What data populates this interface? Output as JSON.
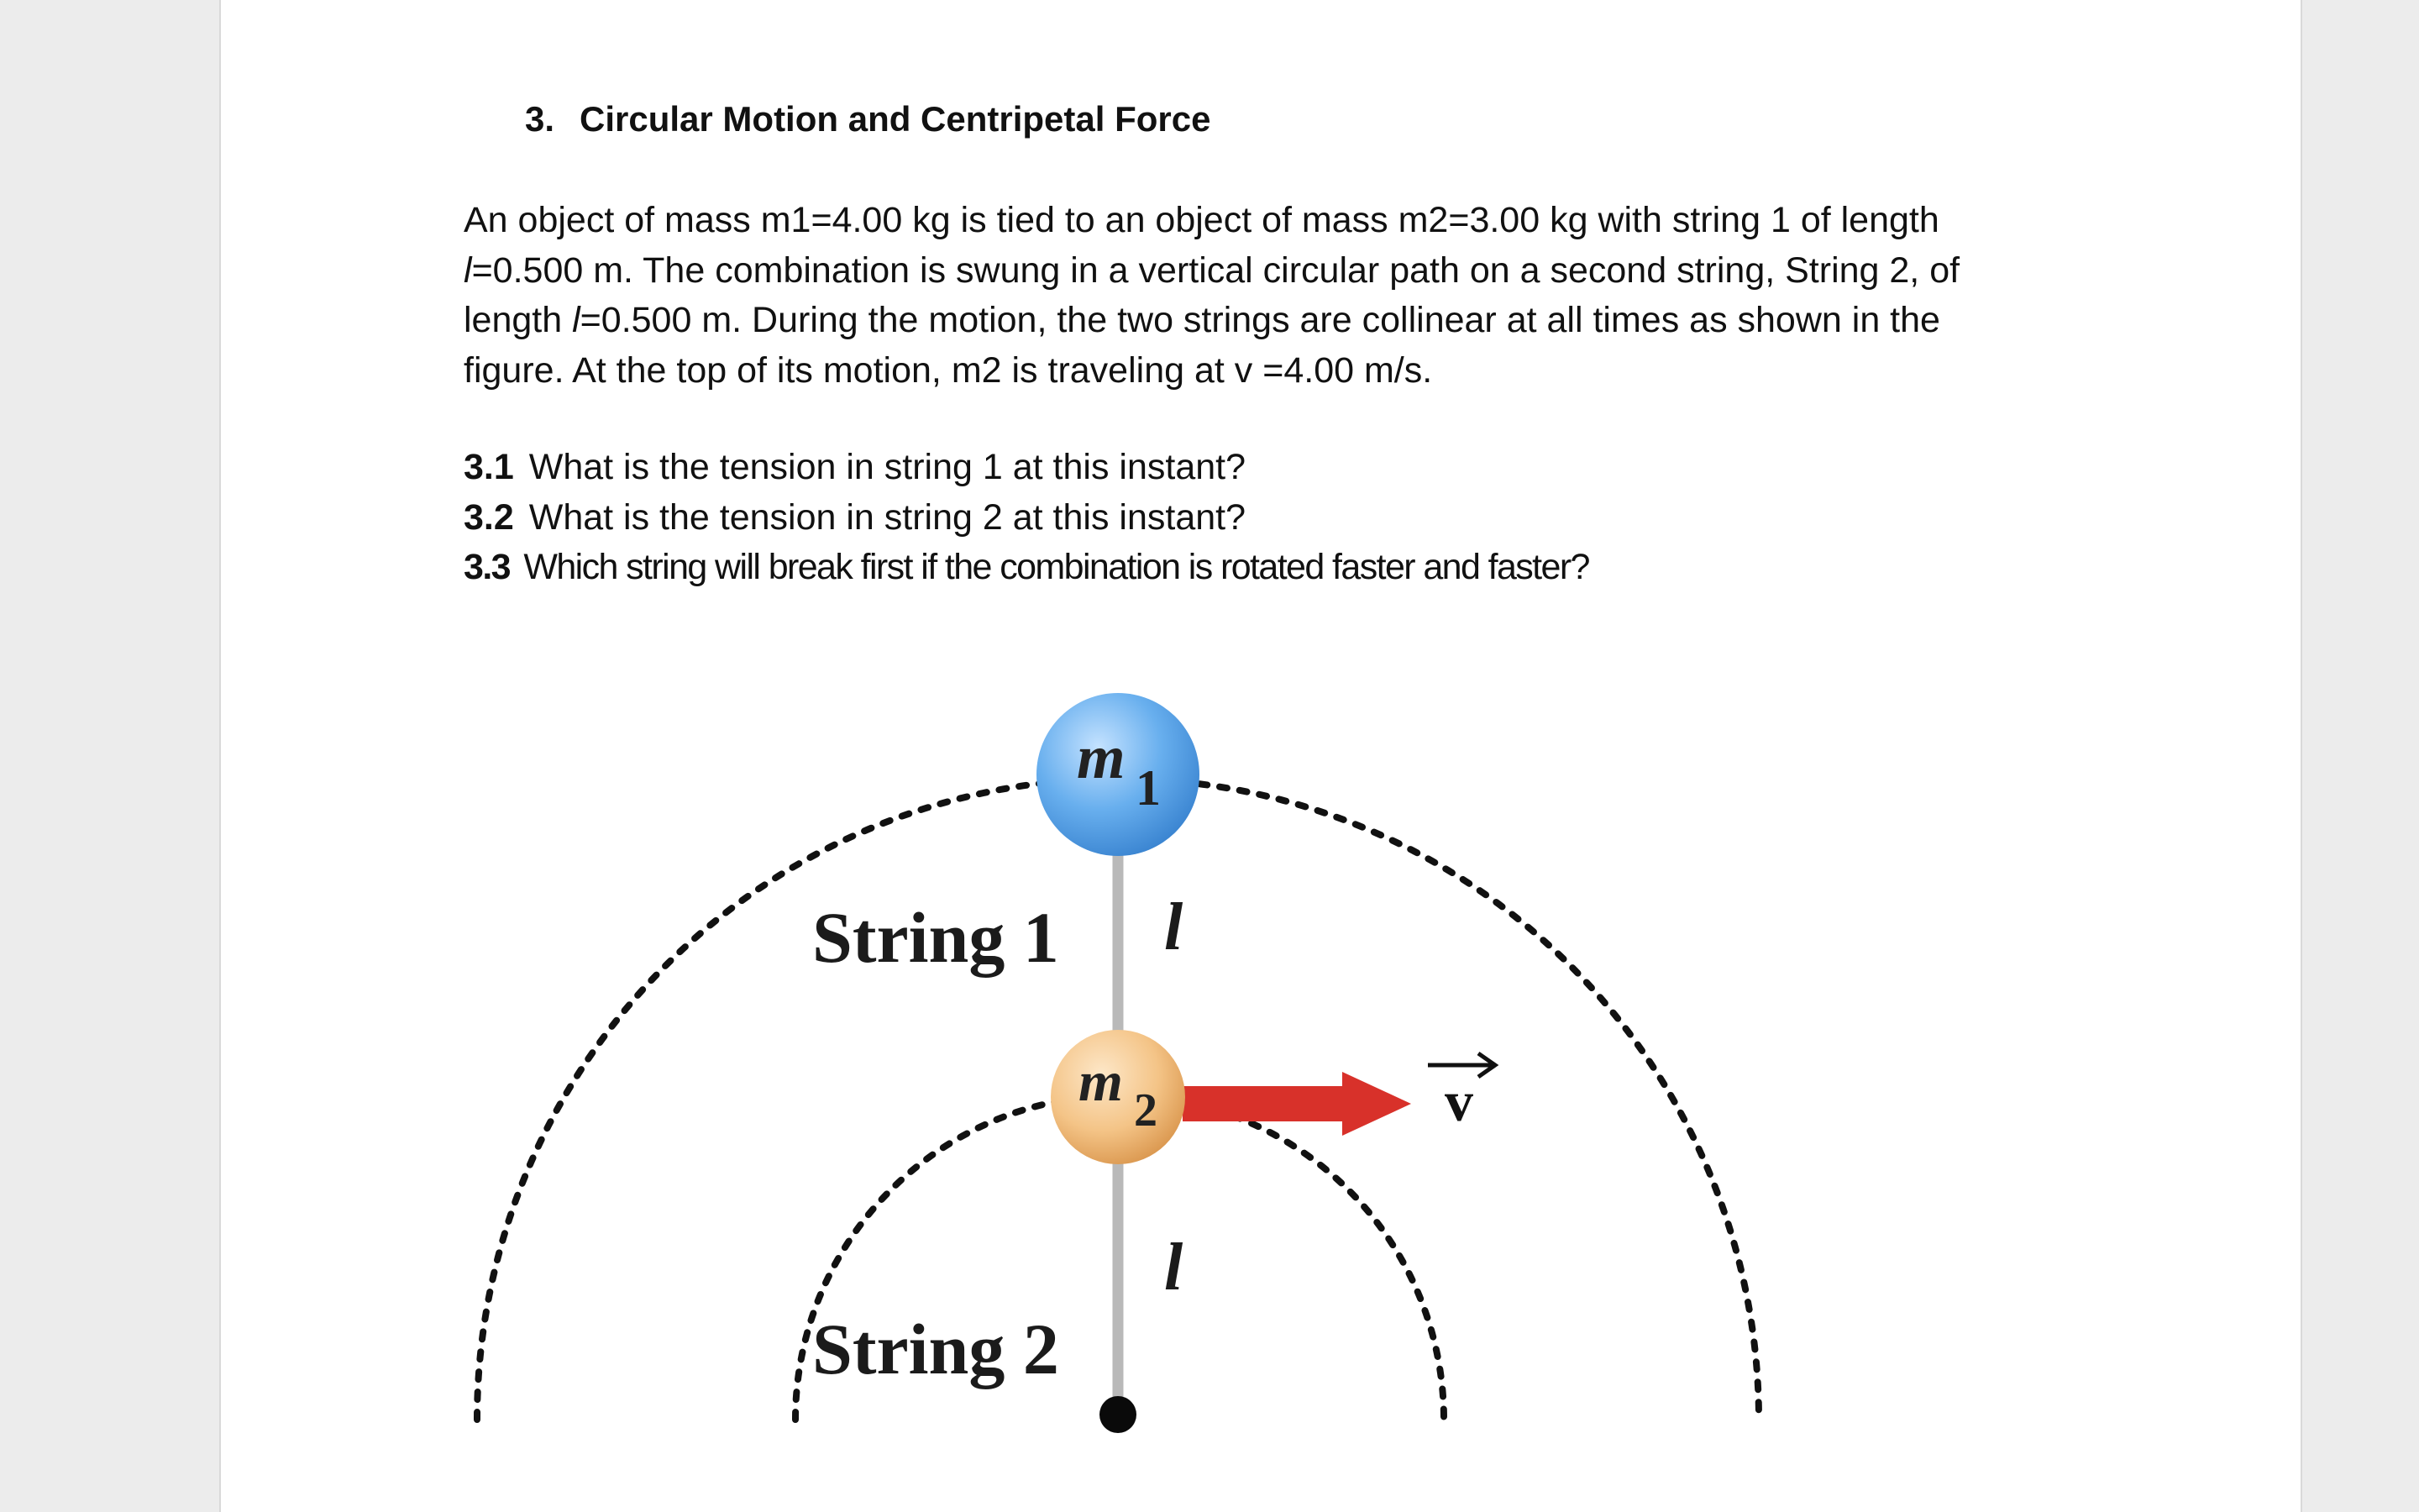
{
  "problem": {
    "number": "3.",
    "title": "Circular Motion and Centripetal Force",
    "paragraph_lines": [
      [
        "An object of mass m1=4.00 kg is tied to an object of mass m2=3.00 kg with string 1 of length"
      ],
      [
        "l",
        "=0.500 m. The combination is swung in a vertical circular path on a second string, String 2, of"
      ],
      [
        "length ",
        "l",
        "=0.500 m. During the motion, the two strings are collinear at all times as shown in the"
      ],
      [
        "figure. At the top of its motion, m2 is traveling at v =4.00 m/s."
      ]
    ],
    "questions": [
      {
        "num": "3.1",
        "text": "What is the tension in string 1 at this instant?"
      },
      {
        "num": "3.2",
        "text": "What is the tension in string 2 at this instant?"
      },
      {
        "num": "3.3",
        "text": "Which string will break first if the combination is rotated faster and faster?"
      }
    ]
  },
  "figure": {
    "mass1_label": "m",
    "mass1_sub": "1",
    "mass2_label": "m",
    "mass2_sub": "2",
    "string1_label": "String 1",
    "string2_label": "String 2",
    "length_label": "l",
    "velocity_label": "v",
    "colors": {
      "mass1": "#5aa5ee",
      "mass2": "#f2c083",
      "arrow": "#d8312a",
      "rod": "#b9b9b9"
    }
  }
}
